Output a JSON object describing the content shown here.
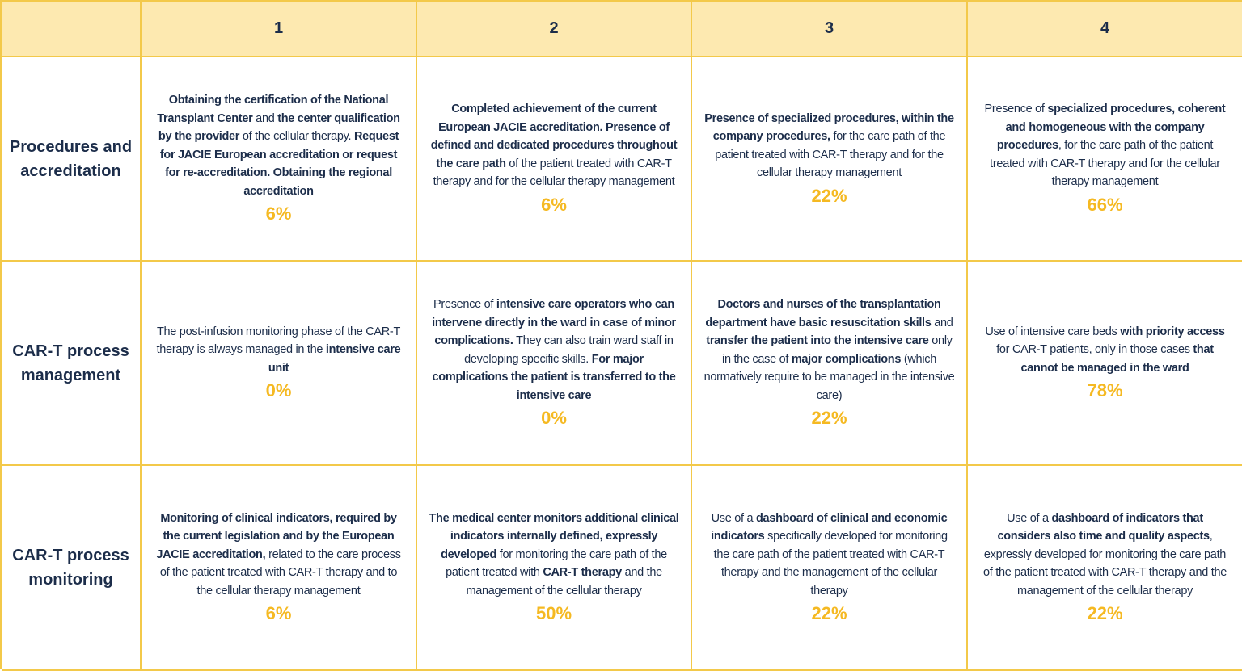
{
  "headers": [
    "",
    "1",
    "2",
    "3",
    "4"
  ],
  "colors": {
    "border": "#f3c94a",
    "header_bg": "#fde9b0",
    "text": "#1c2d4a",
    "percent": "#f5b922"
  },
  "rows": [
    {
      "label": "Procedures and accreditation",
      "cells": [
        {
          "segments": [
            {
              "t": "Obtaining the certification of the National Transplant Center",
              "b": true
            },
            {
              "t": " and ",
              "b": false
            },
            {
              "t": "the center qualification by the provider",
              "b": true
            },
            {
              "t": " of the cellular therapy. ",
              "b": false
            },
            {
              "t": "Request for JACIE European accreditation or request for re-accreditation. Obtaining the regional accreditation",
              "b": true
            }
          ],
          "pct": "6%"
        },
        {
          "segments": [
            {
              "t": "Completed achievement of the current European JACIE accreditation. Presence of defined and dedicated procedures throughout the care path",
              "b": true
            },
            {
              "t": " of the patient treated with CAR-T therapy and for the cellular therapy management",
              "b": false
            }
          ],
          "pct": "6%"
        },
        {
          "segments": [
            {
              "t": "Presence of specialized procedures, within the company procedures,",
              "b": true
            },
            {
              "t": " for the care path of the patient treated with CAR-T therapy and for the cellular therapy management",
              "b": false
            }
          ],
          "pct": "22%"
        },
        {
          "segments": [
            {
              "t": "Presence of ",
              "b": false
            },
            {
              "t": "specialized procedures, coherent and homogeneous with the company procedures",
              "b": true
            },
            {
              "t": ", for the care path of the patient treated with CAR-T therapy and for the cellular therapy management",
              "b": false
            }
          ],
          "pct": "66%"
        }
      ]
    },
    {
      "label": "CAR-T process management",
      "cells": [
        {
          "segments": [
            {
              "t": "The post-infusion monitoring phase of the CAR-T therapy is always managed in the ",
              "b": false
            },
            {
              "t": "intensive care unit",
              "b": true
            }
          ],
          "pct": "0%"
        },
        {
          "segments": [
            {
              "t": "Presence of ",
              "b": false
            },
            {
              "t": "intensive care operators who can intervene directly in the ward in case of minor complications.",
              "b": true
            },
            {
              "t": " They can also train ward staff in developing specific skills. ",
              "b": false
            },
            {
              "t": "For major complications the patient is transferred to the intensive care",
              "b": true
            }
          ],
          "pct": "0%"
        },
        {
          "segments": [
            {
              "t": "Doctors and nurses of the transplantation department have basic resuscitation skills",
              "b": true
            },
            {
              "t": " and ",
              "b": false
            },
            {
              "t": "transfer the patient into the intensive care",
              "b": true
            },
            {
              "t": " only in the case of ",
              "b": false
            },
            {
              "t": "major complications",
              "b": true
            },
            {
              "t": " (which normatively require to be managed in the intensive care)",
              "b": false
            }
          ],
          "pct": "22%"
        },
        {
          "segments": [
            {
              "t": "Use of intensive care beds ",
              "b": false
            },
            {
              "t": "with priority access",
              "b": true
            },
            {
              "t": " for CAR-T patients, only in those cases ",
              "b": false
            },
            {
              "t": "that cannot be managed in the ward",
              "b": true
            }
          ],
          "pct": "78%"
        }
      ]
    },
    {
      "label": "CAR-T process monitoring",
      "cells": [
        {
          "segments": [
            {
              "t": "Monitoring of clinical indicators, required by the current legislation and by the European JACIE accreditation,",
              "b": true
            },
            {
              "t": " related to the care process of the patient treated with CAR-T therapy and to the cellular therapy management",
              "b": false
            }
          ],
          "pct": "6%"
        },
        {
          "segments": [
            {
              "t": "The medical center monitors additional clinical indicators internally defined, expressly developed",
              "b": true
            },
            {
              "t": " for monitoring the care path of the patient treated with ",
              "b": false
            },
            {
              "t": "CAR-T therapy",
              "b": true
            },
            {
              "t": " and the management of the cellular therapy",
              "b": false
            }
          ],
          "pct": "50%"
        },
        {
          "segments": [
            {
              "t": "Use of a ",
              "b": false
            },
            {
              "t": "dashboard of clinical and economic indicators",
              "b": true
            },
            {
              "t": " specifically developed for monitoring the care path of the patient treated with CAR-T therapy and the management of the cellular therapy",
              "b": false
            }
          ],
          "pct": "22%"
        },
        {
          "segments": [
            {
              "t": "Use of a ",
              "b": false
            },
            {
              "t": "dashboard of indicators that considers also time and quality aspects",
              "b": true
            },
            {
              "t": ", expressly developed for monitoring the care path of the patient treated with CAR-T therapy and the management of the cellular therapy",
              "b": false
            }
          ],
          "pct": "22%"
        }
      ]
    }
  ]
}
